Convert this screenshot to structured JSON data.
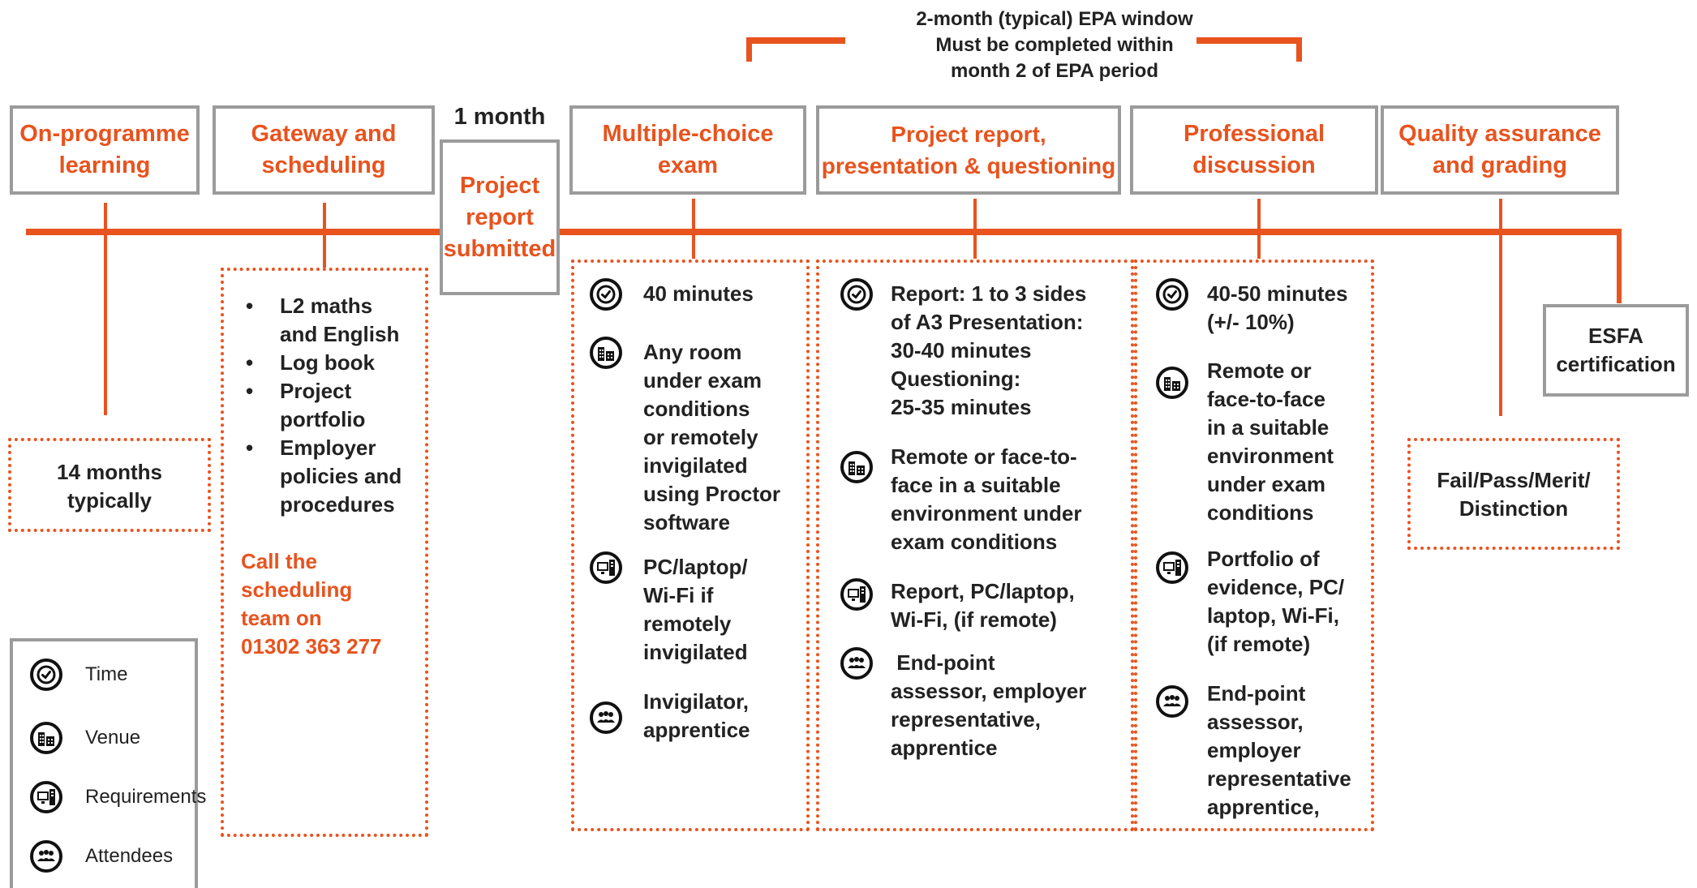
{
  "window": {
    "line1": "2-month (typical) EPA window",
    "line2": "Must be completed within",
    "line3": "month 2 of EPA period"
  },
  "stages": {
    "on_programme": [
      "On-programme",
      "learning"
    ],
    "gateway": [
      "Gateway and",
      "scheduling"
    ],
    "one_month": "1 month",
    "submitted": [
      "Project",
      "report",
      "submitted"
    ],
    "mcq": [
      "Multiple-choice",
      "exam"
    ],
    "project": [
      "Project report,",
      "presentation & questioning"
    ],
    "professional": [
      "Professional",
      "discussion"
    ],
    "qa": [
      "Quality assurance",
      "and grading"
    ],
    "esfa": [
      "ESFA",
      "certification"
    ]
  },
  "on_programme_duration": [
    "14 months",
    "typically"
  ],
  "gateway_items": [
    [
      "L2 maths",
      "and English"
    ],
    [
      "Log book"
    ],
    [
      "Project",
      "portfolio"
    ],
    [
      "Employer",
      "policies and",
      "procedures"
    ]
  ],
  "gateway_call": [
    "Call the",
    "scheduling",
    "team on",
    "01302 363 277"
  ],
  "mcq": {
    "time": [
      "40 minutes"
    ],
    "venue": [
      "Any room",
      "under exam",
      "conditions",
      "or remotely",
      "invigilated",
      "using Proctor",
      "software"
    ],
    "requirements": [
      "PC/laptop/",
      "Wi-Fi if",
      "remotely",
      "invigilated"
    ],
    "attendees": [
      "Invigilator,",
      "apprentice"
    ]
  },
  "project": {
    "time": [
      "Report: 1 to 3 sides",
      "of A3  Presentation:",
      "30-40 minutes",
      "Questioning:",
      "25-35 minutes"
    ],
    "venue": [
      "Remote or face-to-",
      "face in a suitable",
      "environment under",
      "exam conditions"
    ],
    "requirements": [
      "Report, PC/laptop,",
      "Wi-Fi, (if remote)"
    ],
    "attendees": [
      " End-point",
      "assessor, employer",
      "representative,",
      "apprentice"
    ]
  },
  "professional": {
    "time": [
      "40-50 minutes",
      "(+/- 10%)"
    ],
    "venue": [
      "Remote or",
      "face-to-face",
      "in a suitable",
      "environment",
      "under exam",
      "conditions"
    ],
    "requirements": [
      "Portfolio of",
      "evidence, PC/",
      "laptop, Wi-Fi,",
      "(if remote)"
    ],
    "attendees": [
      "End-point",
      "assessor,",
      "employer",
      "representative",
      "apprentice,"
    ]
  },
  "grading": [
    "Fail/Pass/Merit/",
    "Distinction"
  ],
  "legend": {
    "time": "Time",
    "venue": "Venue",
    "requirements": "Requirements",
    "attendees": "Attendees"
  },
  "colors": {
    "accent": "#e8531e",
    "box_border": "#9b9b9b",
    "text": "#222222"
  },
  "icons": {
    "time": "clock-icon",
    "venue": "building-icon",
    "requirements": "computer-icon",
    "attendees": "people-icon"
  }
}
